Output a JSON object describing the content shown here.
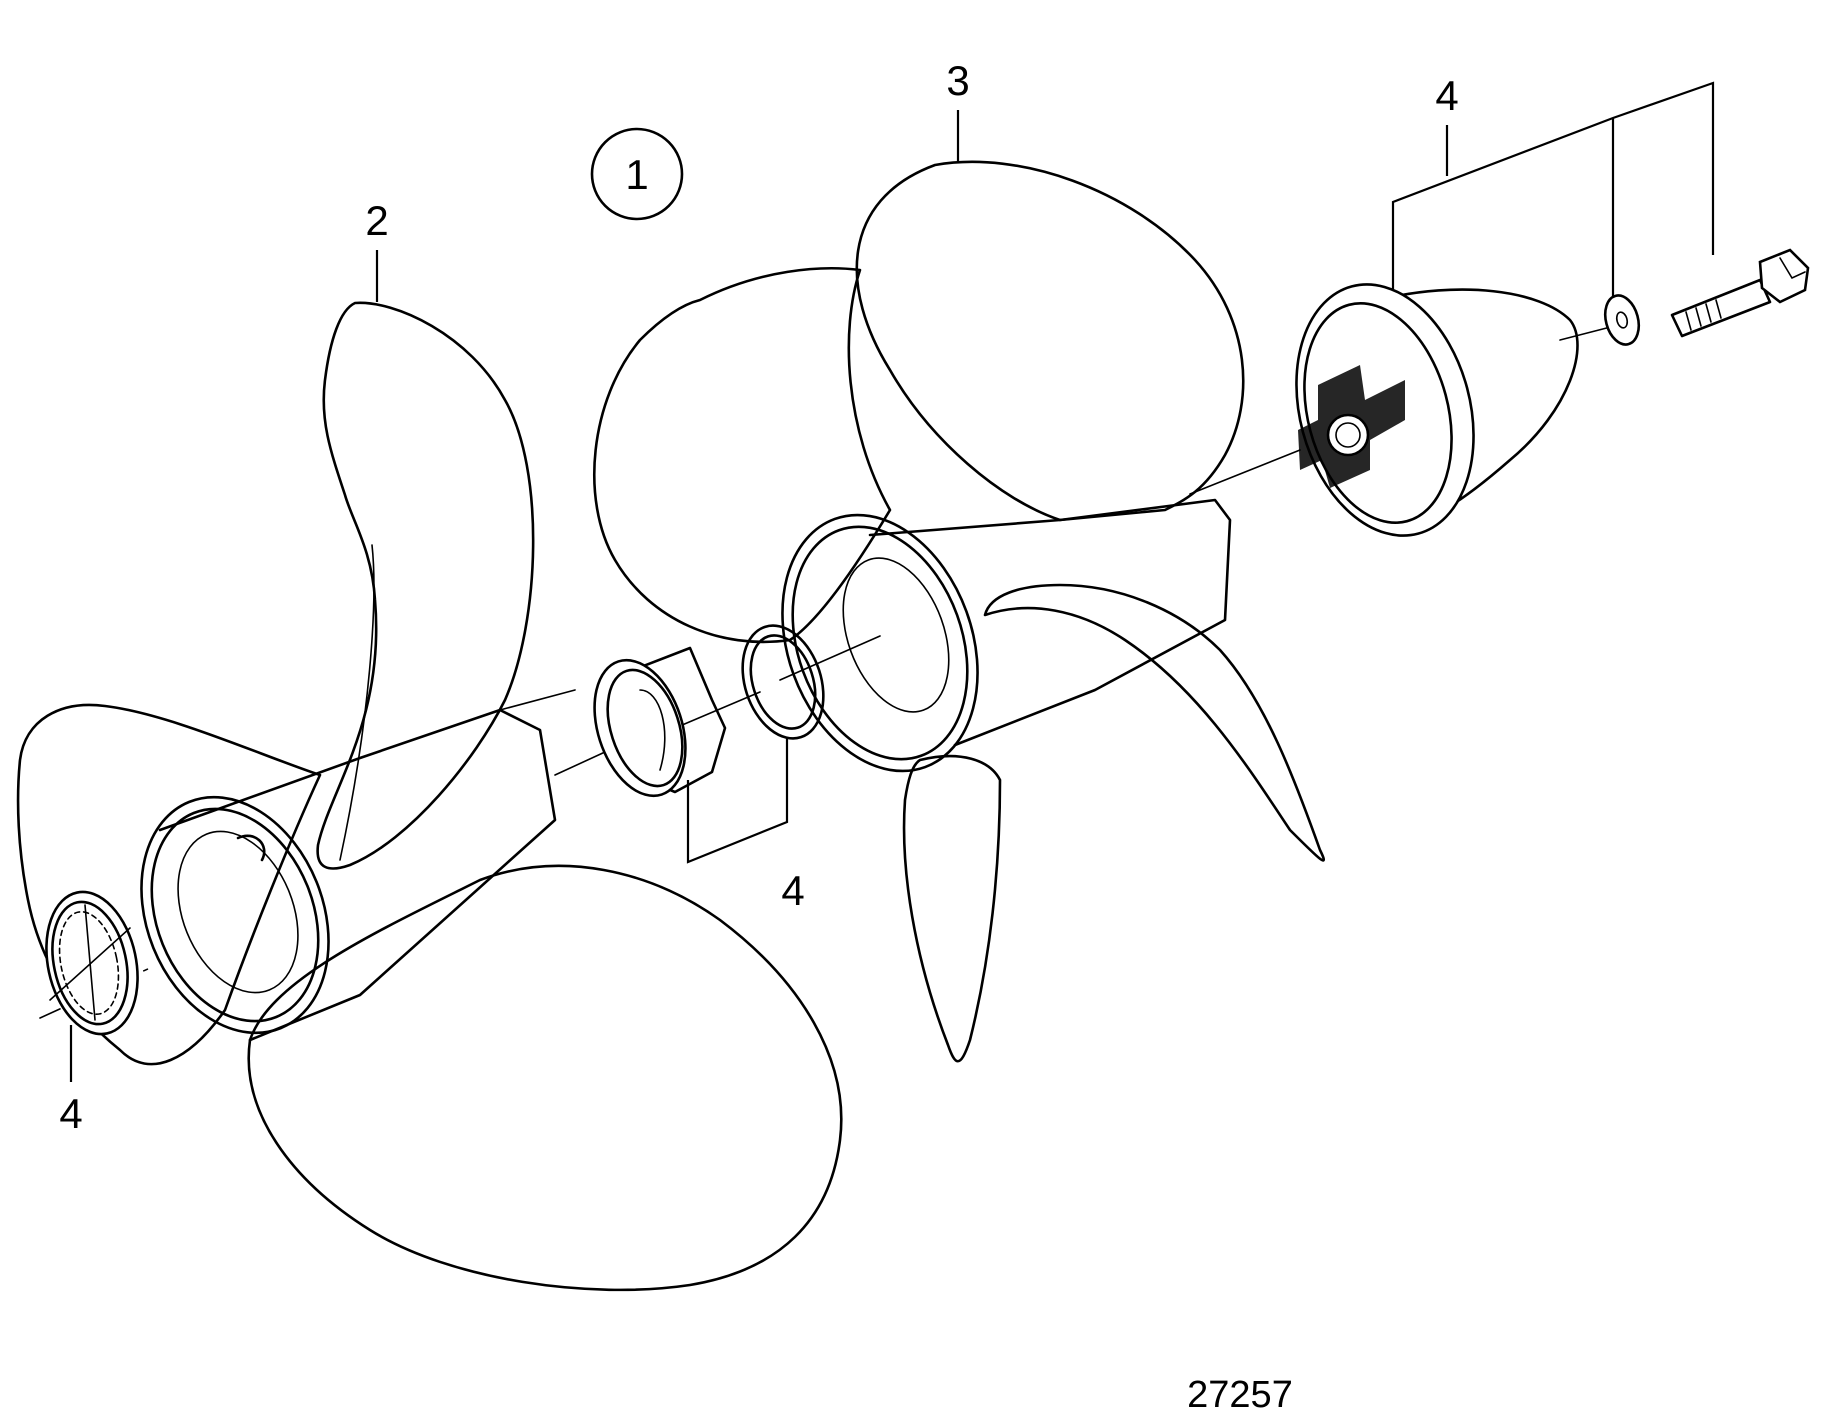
{
  "diagram": {
    "group_marker": "1",
    "callouts": {
      "propeller_front": "2",
      "propeller_rear": "3",
      "kit_rear_cone": "4",
      "kit_middle": "4",
      "kit_front": "4"
    },
    "drawing_number": "27257",
    "line_color": "#000000",
    "background_color": "#ffffff"
  }
}
